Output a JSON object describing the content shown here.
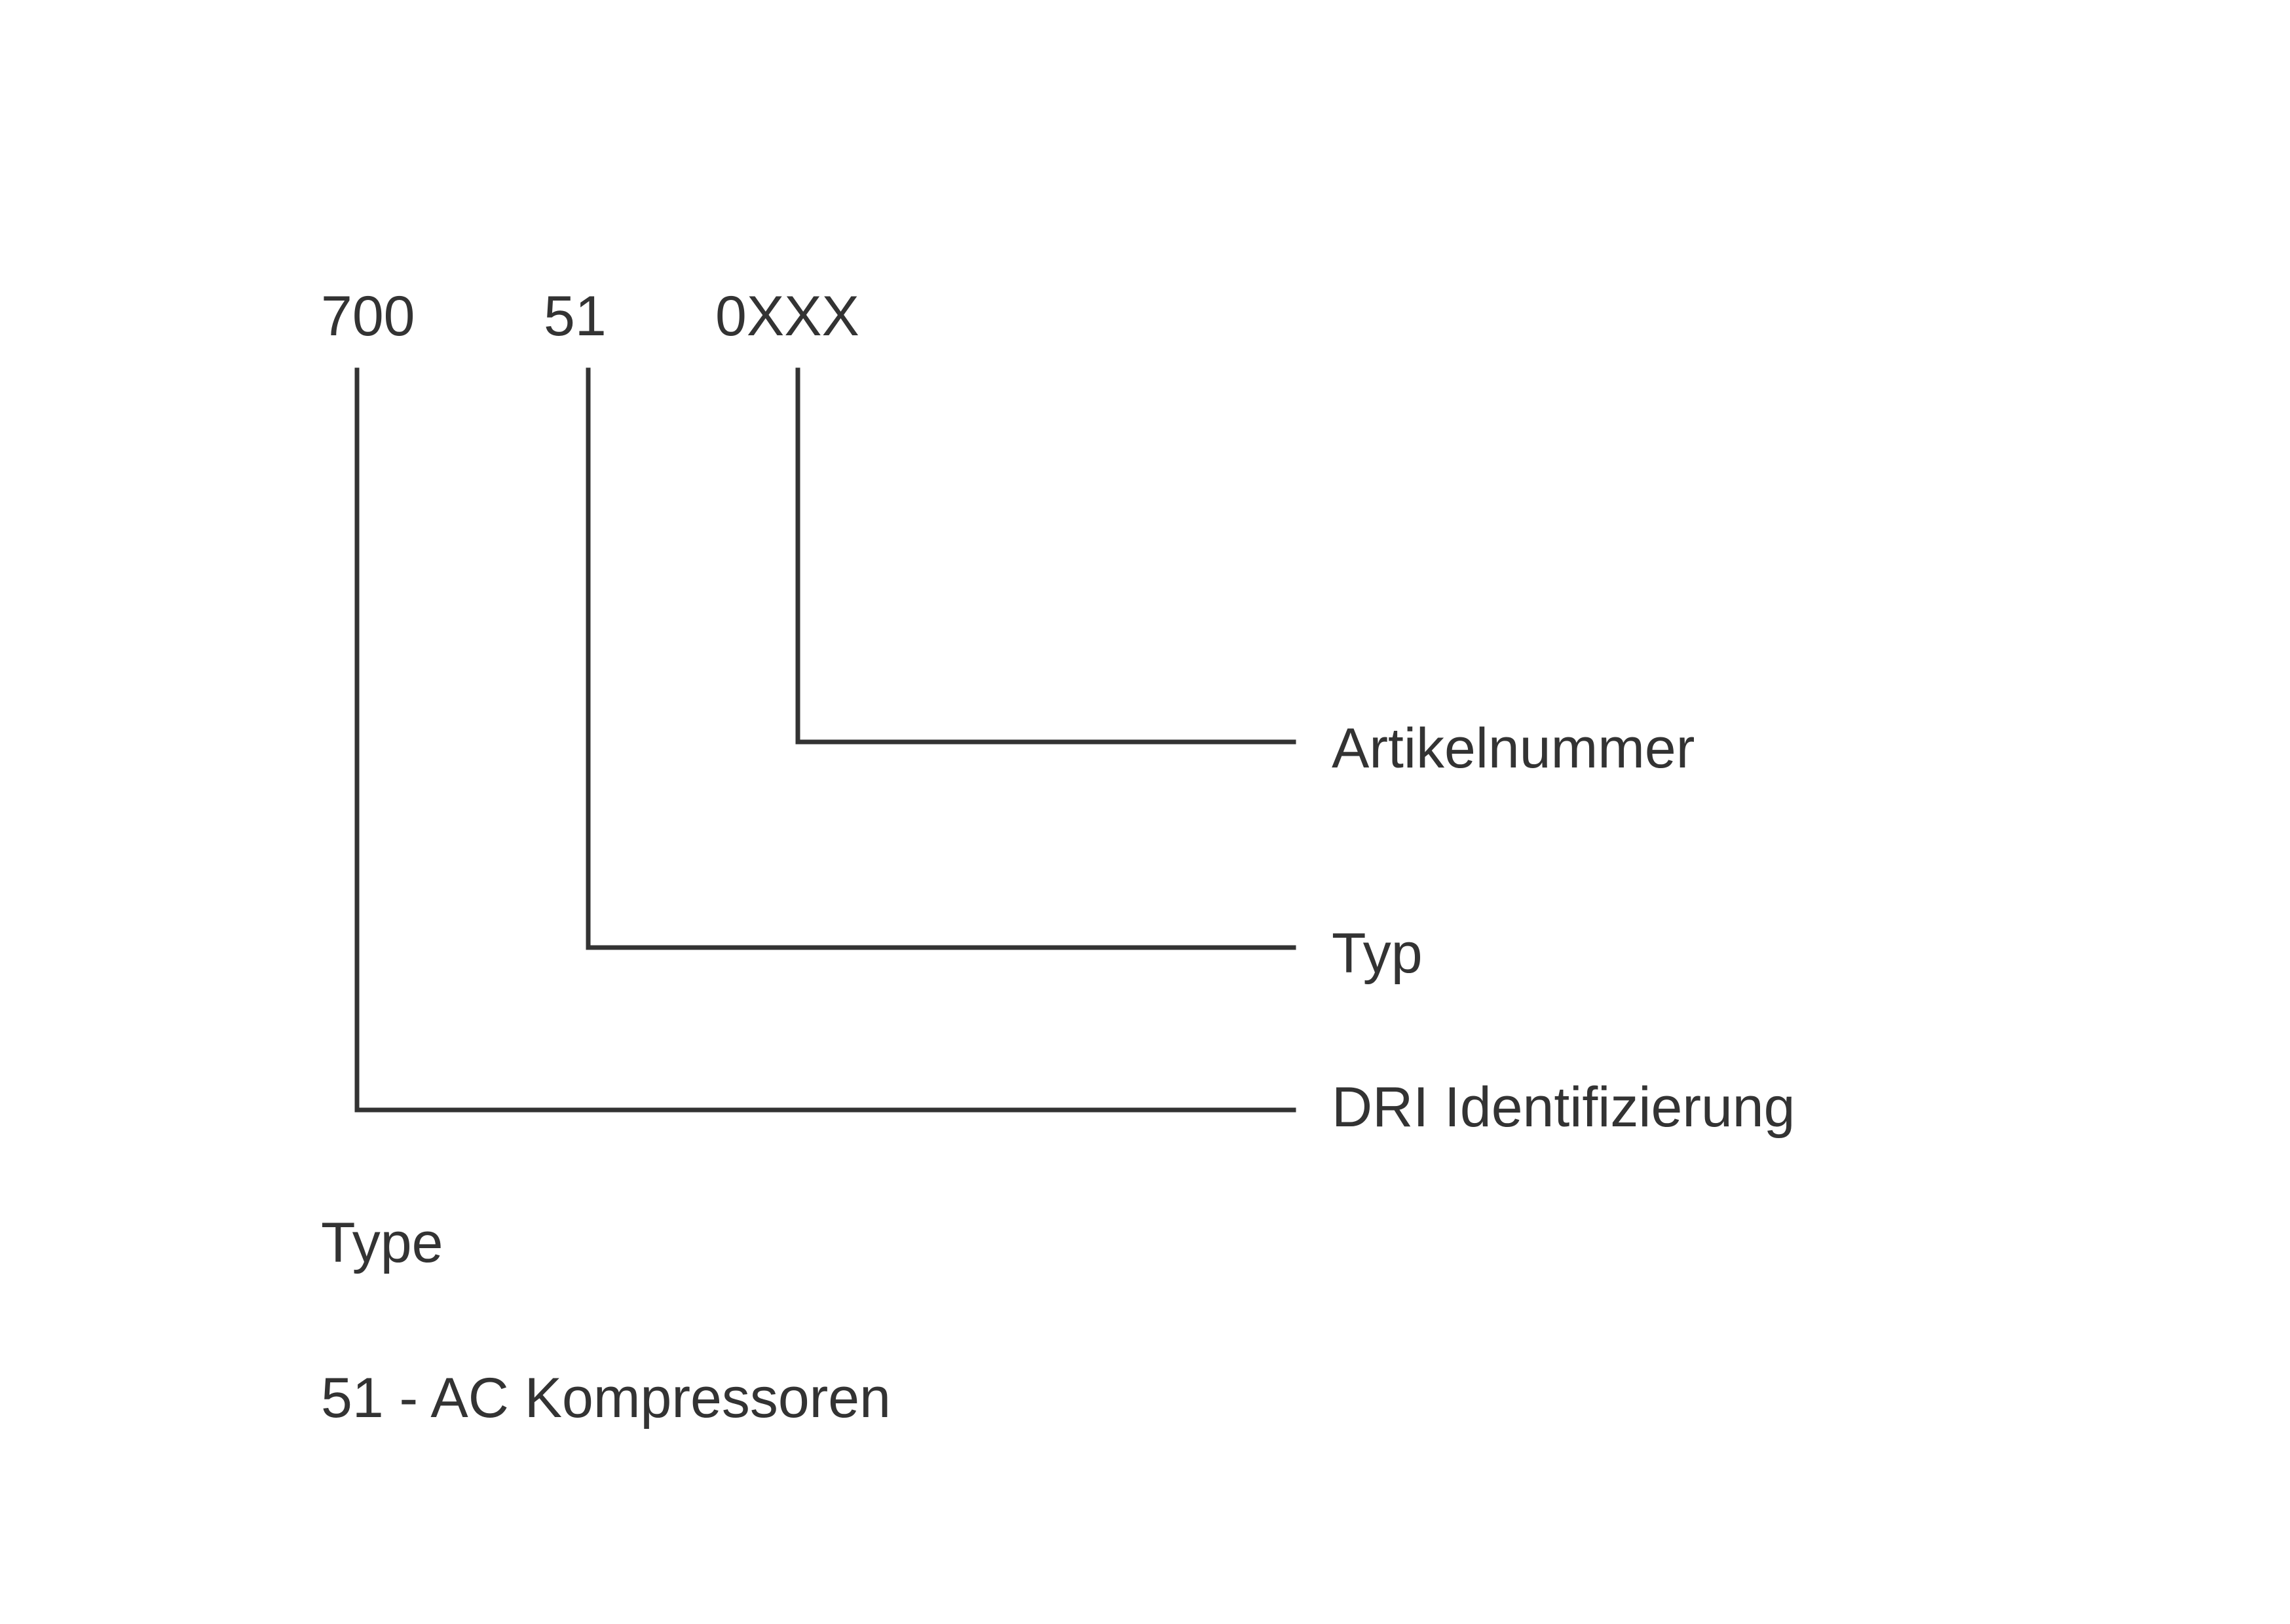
{
  "code_segments": [
    "700",
    "51",
    "0XXX"
  ],
  "callouts": [
    "Artikelnummer",
    "Typ",
    "DRI Identifizierung"
  ],
  "type_section": {
    "heading": "Type",
    "entries": [
      "51 - AC Kompressoren"
    ]
  },
  "colors": {
    "ink": "#333333",
    "background": "#ffffff"
  }
}
